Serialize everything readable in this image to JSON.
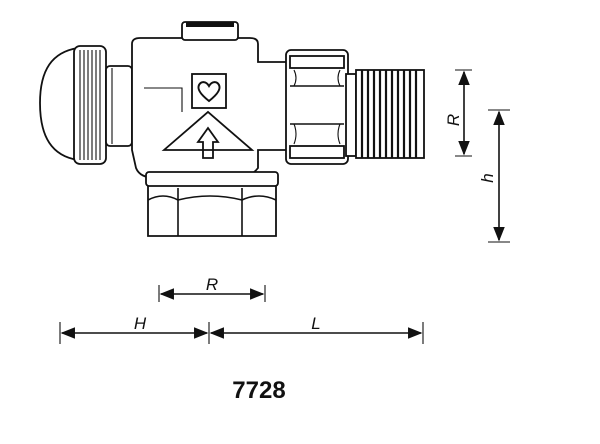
{
  "labels": {
    "R_vertical": "R",
    "h_vertical": "h",
    "R_horizontal": "R",
    "H_horizontal": "H",
    "L_horizontal": "L",
    "model_number": "7728"
  },
  "icons": {
    "flow_symbol": "heart-icon",
    "direction": "arrow-up-icon"
  }
}
